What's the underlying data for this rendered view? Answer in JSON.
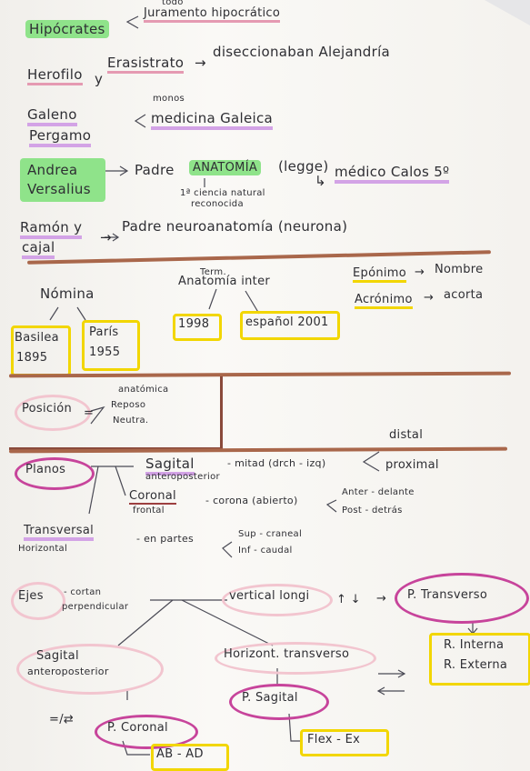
{
  "notes": {
    "hipocrates": {
      "name": "Hipócrates",
      "sup": "todo",
      "item": "Juramento hipocrático"
    },
    "herofilo": {
      "name": "Herofilo",
      "joiner": "y",
      "name2": "Erasistrato",
      "arrow": "→",
      "item": "diseccionaban Alejandría"
    },
    "galeno": {
      "name1": "Galeno",
      "name2": "Pergamo",
      "sup": "monos",
      "item": "medicina Galeica"
    },
    "andrea": {
      "name1": "Andrea",
      "name2": "Versalius",
      "arrow": "→",
      "item_a": "Padre",
      "item_b": "ANATOMÍA",
      "item_c": "(legge)",
      "note1": "1ª ciencia natural",
      "note2": "reconocida",
      "arrow2": "↳",
      "item2": "médico Calos 5º"
    },
    "ramon": {
      "name1": "Ramón y",
      "name2": "cajal",
      "arrow": "→",
      "item": "Padre neuroanatomía (neurona)"
    },
    "nomina": {
      "title": "Nómina",
      "term": "Term.",
      "anatomia": "Anatomía inter",
      "basilea": "Basilea",
      "basilea_year": "1895",
      "paris": "París",
      "paris_year": "1955",
      "y1998": "1998",
      "espanol": "español 2001",
      "eponimo": "Epónimo",
      "nombre": "Nombre",
      "acronimo": "Acrónimo",
      "acorta": "acorta",
      "arrow": "→"
    },
    "posicion": {
      "label": "Posición",
      "eq": "=",
      "opt1": "anatómica",
      "opt2": "Reposo",
      "opt3": "Neutra."
    },
    "planos": {
      "label": "Planos",
      "sagital": "Sagital",
      "sagital_sub": "anteroposterior",
      "mitad": "- mitad (drch - izq)",
      "distal": "distal",
      "proximal": "proximal",
      "coronal": "Coronal",
      "frontal": "frontal",
      "corona": "- corona (abierto)",
      "anter": "Anter - delante",
      "post": "Post - detrás",
      "transversal": "Transversal",
      "horizontal": "Horizontal",
      "partes": "- en partes",
      "sup": "Sup - craneal",
      "inf": "Inf - caudal"
    },
    "ejes": {
      "label": "Ejes",
      "desc1": "- cortan",
      "desc2": "perpendicular",
      "vertical": "vertical longi",
      "updown": "↑ ↓",
      "arrow": "→",
      "p_transverso": "P. Transverso",
      "sagital1": "Sagital",
      "sagital2": "anteroposterior",
      "horizontal": "Horizont. transverso",
      "r_interna": "R. Interna",
      "r_externa": "R. Externa",
      "arrows": "⇄",
      "p_sagital": "P. Sagital",
      "p_coronal": "P. Coronal",
      "neq": "=/⇄",
      "abad": "AB - AD",
      "flex": "Flex - Ex"
    }
  },
  "colors": {
    "green": "#8fe38a",
    "yellow": "#f6e32a",
    "purple": "#d3a3e6",
    "magenta": "#c7449b",
    "pink": "#f2c5cf",
    "brown": "#a9674b"
  }
}
